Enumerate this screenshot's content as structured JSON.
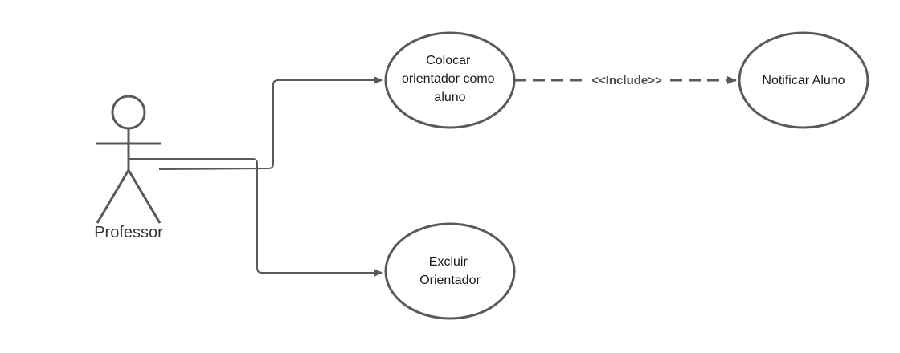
{
  "diagram": {
    "actor": {
      "name": "Professor"
    },
    "use_cases": {
      "colocar": {
        "lines": [
          "Colocar",
          "orientador como",
          "aluno"
        ]
      },
      "excluir": {
        "lines": [
          "Excluir",
          "Orientador"
        ]
      },
      "notificar": {
        "lines": [
          "Notificar Aluno"
        ]
      }
    },
    "include_label": "<<Include>>",
    "colors": {
      "stroke": "#595959",
      "text": "#1a1a1a",
      "background": "#ffffff"
    }
  }
}
